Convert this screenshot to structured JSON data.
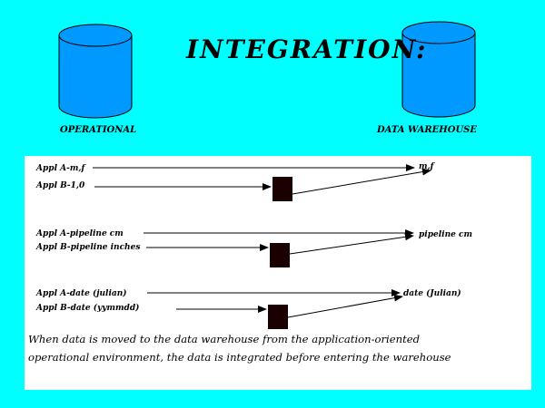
{
  "title": "INTEGRATION:",
  "databases": {
    "left_label": "OPERATIONAL",
    "right_label": "DATA WAREHOUSE"
  },
  "groups": [
    {
      "source_a": "Appl A-m,f",
      "source_b": "Appl B-1,0",
      "result": "m,f"
    },
    {
      "source_a": "Appl A-pipeline cm",
      "source_b": "Appl B-pipeline inches",
      "result": "pipeline cm"
    },
    {
      "source_a": "Appl A-date (julian)",
      "source_b": "Appl B-date (yymmdd)",
      "result": "date (Julian)"
    }
  ],
  "caption": {
    "line1": "When data is moved to the data warehouse from the application-oriented",
    "line2": "operational environment, the data is integrated before entering the warehouse"
  },
  "colors": {
    "background": "#00FFFF",
    "cylinder": "#0099FF",
    "panel": "#FFFFFF",
    "box": "#1a0000"
  }
}
